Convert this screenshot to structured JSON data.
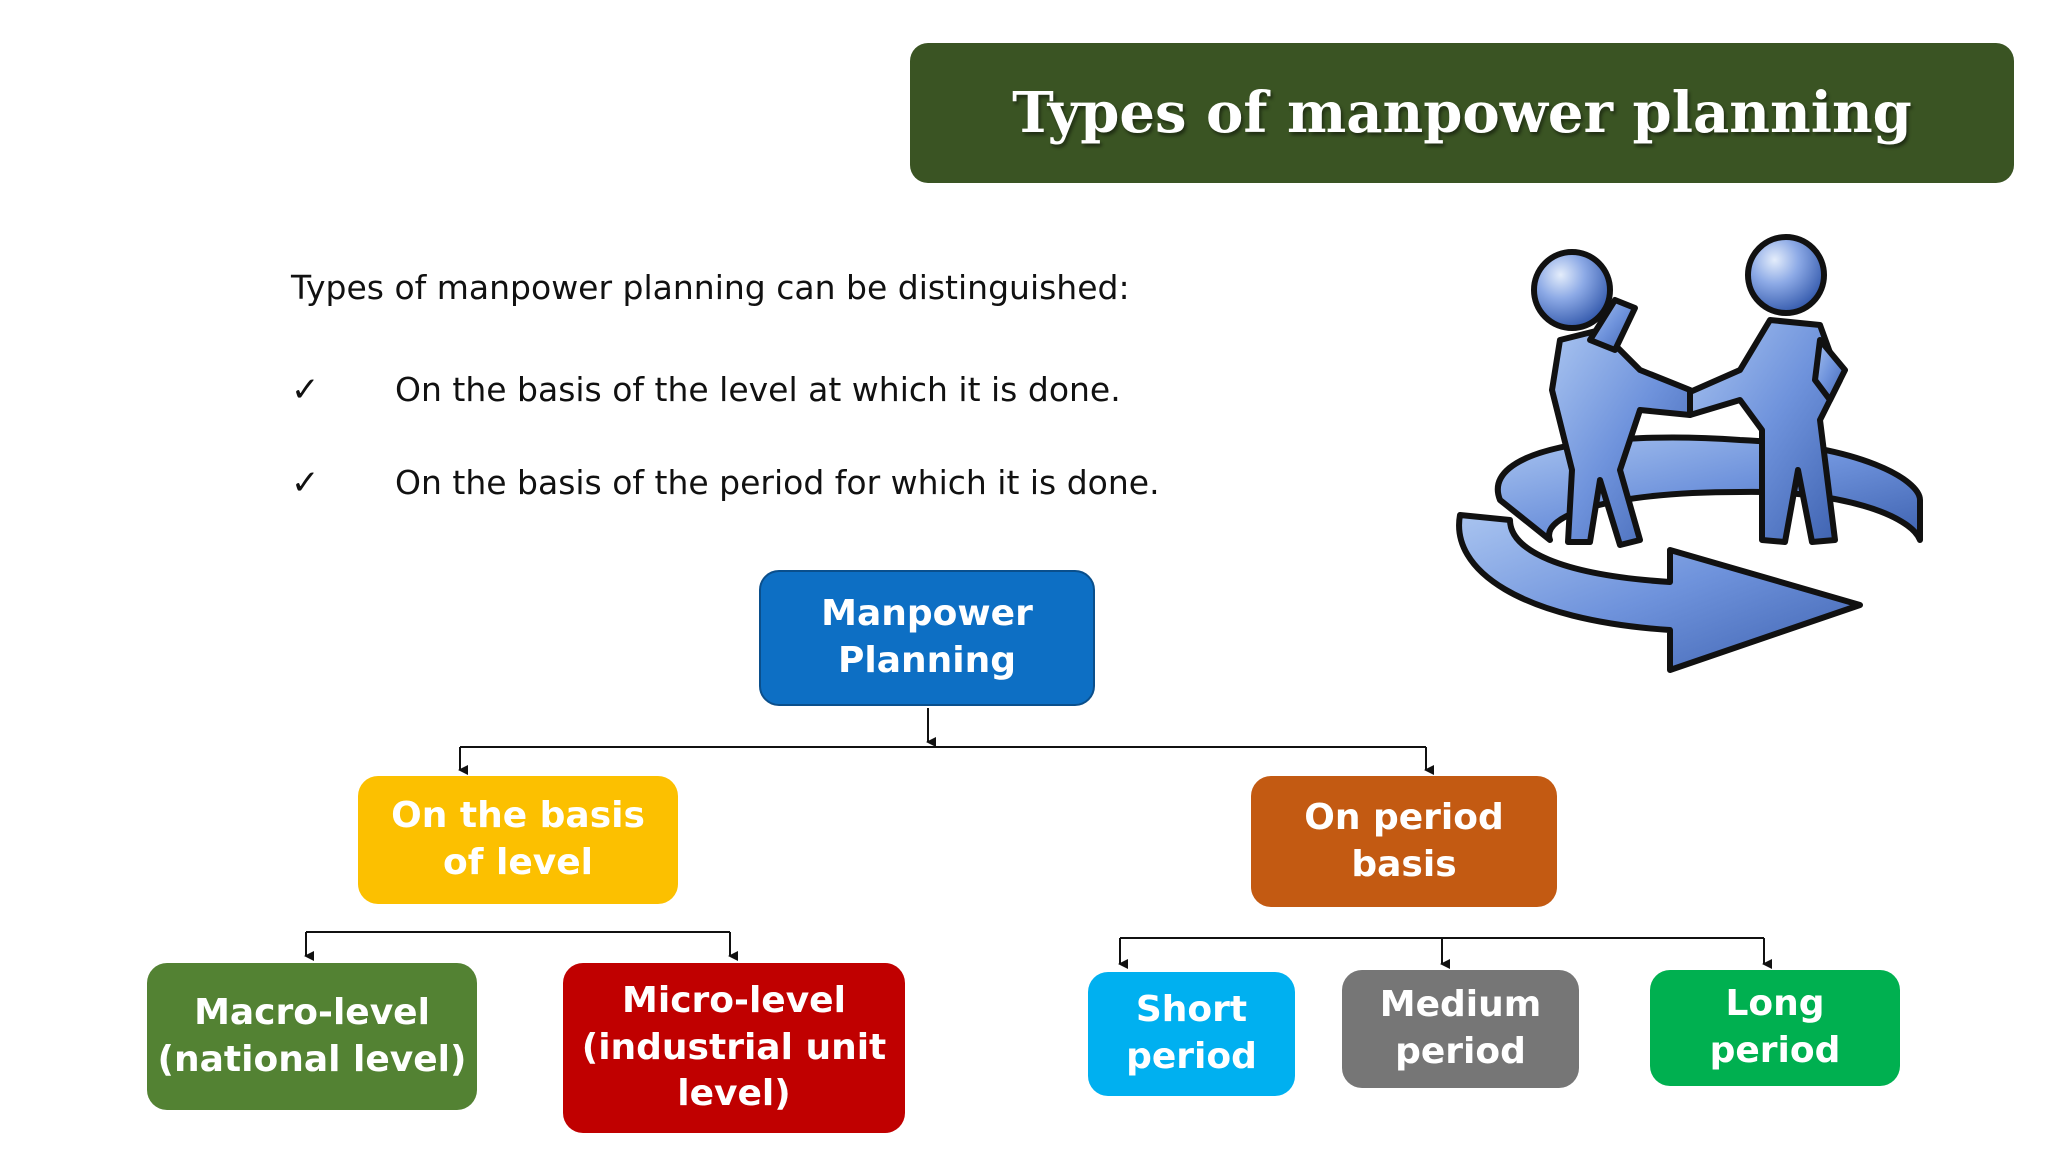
{
  "title": "Types of manpower planning",
  "intro": "Types of manpower planning can be distinguished:",
  "bullets": [
    "On the basis of the level at which it is done.",
    "On the basis of the period for which it is done."
  ],
  "bullet_mark": "✓",
  "diagram": {
    "root": "Manpower Planning",
    "level_branch": "On the basis of level",
    "period_branch": "On period basis",
    "macro": "Macro-level (national level)",
    "micro": "Micro-level (industrial unit level)",
    "short": "Short period",
    "medium": "Medium period",
    "long": "Long period"
  },
  "colors": {
    "title_bg": "#3a5423",
    "root": "#0d6fc4",
    "level_branch": "#fcc000",
    "period_branch": "#c35a12",
    "macro": "#538233",
    "micro": "#c00000",
    "short": "#00b0f0",
    "medium": "#767676",
    "long": "#00b050"
  },
  "illustration": "two-people-handshake-circular-arrow-icon"
}
